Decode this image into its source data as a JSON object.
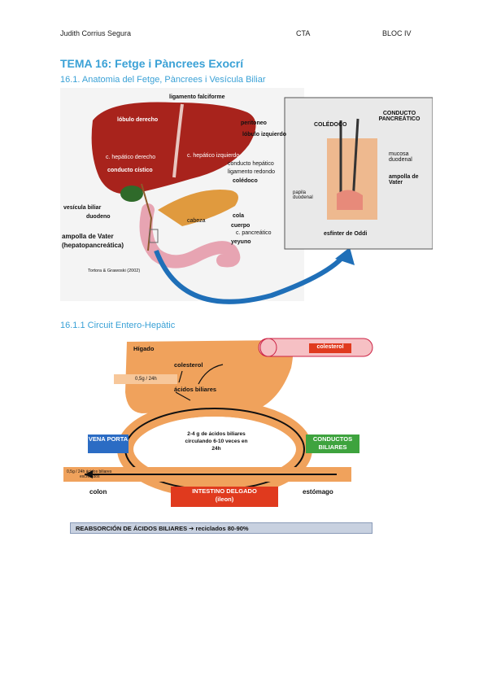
{
  "header": {
    "author": "Judith Corrius Segura",
    "subject": "CTA",
    "block": "BLOC IV"
  },
  "title": "TEMA 16: Fetge i Pàncrees Exocrí",
  "section1": "16.1. Anatomia del Fetge, Pàncrees i Vesícula Biliar",
  "section2": "16.1.1 Circuit Entero-Hepàtic",
  "anatomy": {
    "labels": {
      "ligamento": "ligamento falciforme",
      "lobulo_derecho": "lóbulo derecho",
      "peritoneo": "peritoneo",
      "lobulo_izquierdo": "lóbulo izquierdo",
      "hep_derecho": "c. hepático derecho",
      "hep_izquierdo": "c. hepático izquierdo",
      "conducto_cistico": "conducto cístico",
      "conducto_hepatico": "conducto hepático",
      "ligamento_redondo": "ligamento redondo",
      "coledoco": "colédoco",
      "vesicula": "vesícula biliar",
      "duodeno": "duodeno",
      "cabeza": "cabeza",
      "cola": "cola",
      "cuerpo": "cuerpo",
      "c_pancreatico": "c. pancreático",
      "ampolla": "ampolla de Vater",
      "ampolla2": "(hepatopancreática)",
      "yeyuno": "yeyuno",
      "credit": "Tortora & Grawoski (2002)"
    },
    "zoom": {
      "coledoco": "COLÉDOCO",
      "conducto_pancreatico": "CONDUCTO PANCREÁTICO",
      "mucosa": "mucosa duodenal",
      "ampolla": "ampolla de Vater",
      "papila": "papila duodenal",
      "esfinter": "esfínter de Oddi"
    }
  },
  "circuit": {
    "higado": "Hígado",
    "colesterol_tube": "colesterol",
    "colesterol": "colesterol",
    "acidos": "ácidos biliares",
    "rate_top": "0,5g / 24h",
    "center_line1": "2-4 g de ácidos biliares",
    "center_line2": "circulando 6-10 veces en",
    "center_line3": "24h",
    "vena": "VENA PORTA",
    "conductos": "CONDUCTOS BILIARES",
    "excretados_line1": "0,5g / 24h ácidos biliares",
    "excretados_line2": "excretados",
    "colon": "colon",
    "intestino_line1": "INTESTINO DELGADO",
    "intestino_line2": "(ileon)",
    "estomago": "estómago",
    "reabsorcion": "REABSORCIÓN DE ÁCIDOS BILIARES  ➔  reciclados  80-90%"
  },
  "colors": {
    "accent": "#3aa1d6",
    "orange": "#f0a25c",
    "blue": "#2b6cc4",
    "green": "#3ea33e",
    "red": "#e03a1e"
  }
}
